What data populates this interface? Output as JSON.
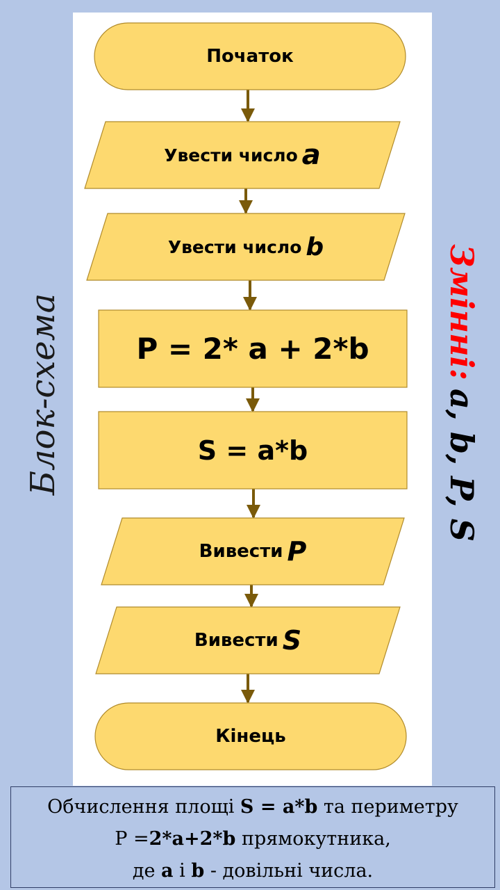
{
  "flowchart": {
    "colors": {
      "fill": "#fdd96f",
      "stroke": "#b08a2a",
      "arrow": "#7a5a0a"
    },
    "nodes": [
      {
        "id": "start",
        "shape": "terminator",
        "text": "Початок",
        "var": ""
      },
      {
        "id": "input-a",
        "shape": "parallelogram",
        "text": "Увести число",
        "var": "a"
      },
      {
        "id": "input-b",
        "shape": "parallelogram",
        "text": "Увести число",
        "var": "b"
      },
      {
        "id": "calc-p",
        "shape": "process",
        "text": "P = 2* a + 2*b",
        "var": ""
      },
      {
        "id": "calc-s",
        "shape": "process",
        "text": "S = a*b",
        "var": ""
      },
      {
        "id": "output-p",
        "shape": "parallelogram",
        "text": "Вивести",
        "var": "P"
      },
      {
        "id": "output-s",
        "shape": "parallelogram",
        "text": "Вивести",
        "var": "S"
      },
      {
        "id": "end",
        "shape": "terminator",
        "text": "Кінець",
        "var": ""
      }
    ]
  },
  "side_title": "Блок-схема",
  "variables_label": "Змінні:",
  "variables_list": "a, b, P, S",
  "caption": {
    "line1_pre": "Обчислення площі ",
    "line1_formula": "S = a*b",
    "line1_post": " та периметру",
    "line2_pre": "P =",
    "line2_formula": "2*a+2*b",
    "line2_post": " прямокутника,",
    "line3_pre": "де ",
    "line3_a": "a",
    "line3_mid": " і ",
    "line3_b": "b",
    "line3_post": " - довільні числа."
  }
}
